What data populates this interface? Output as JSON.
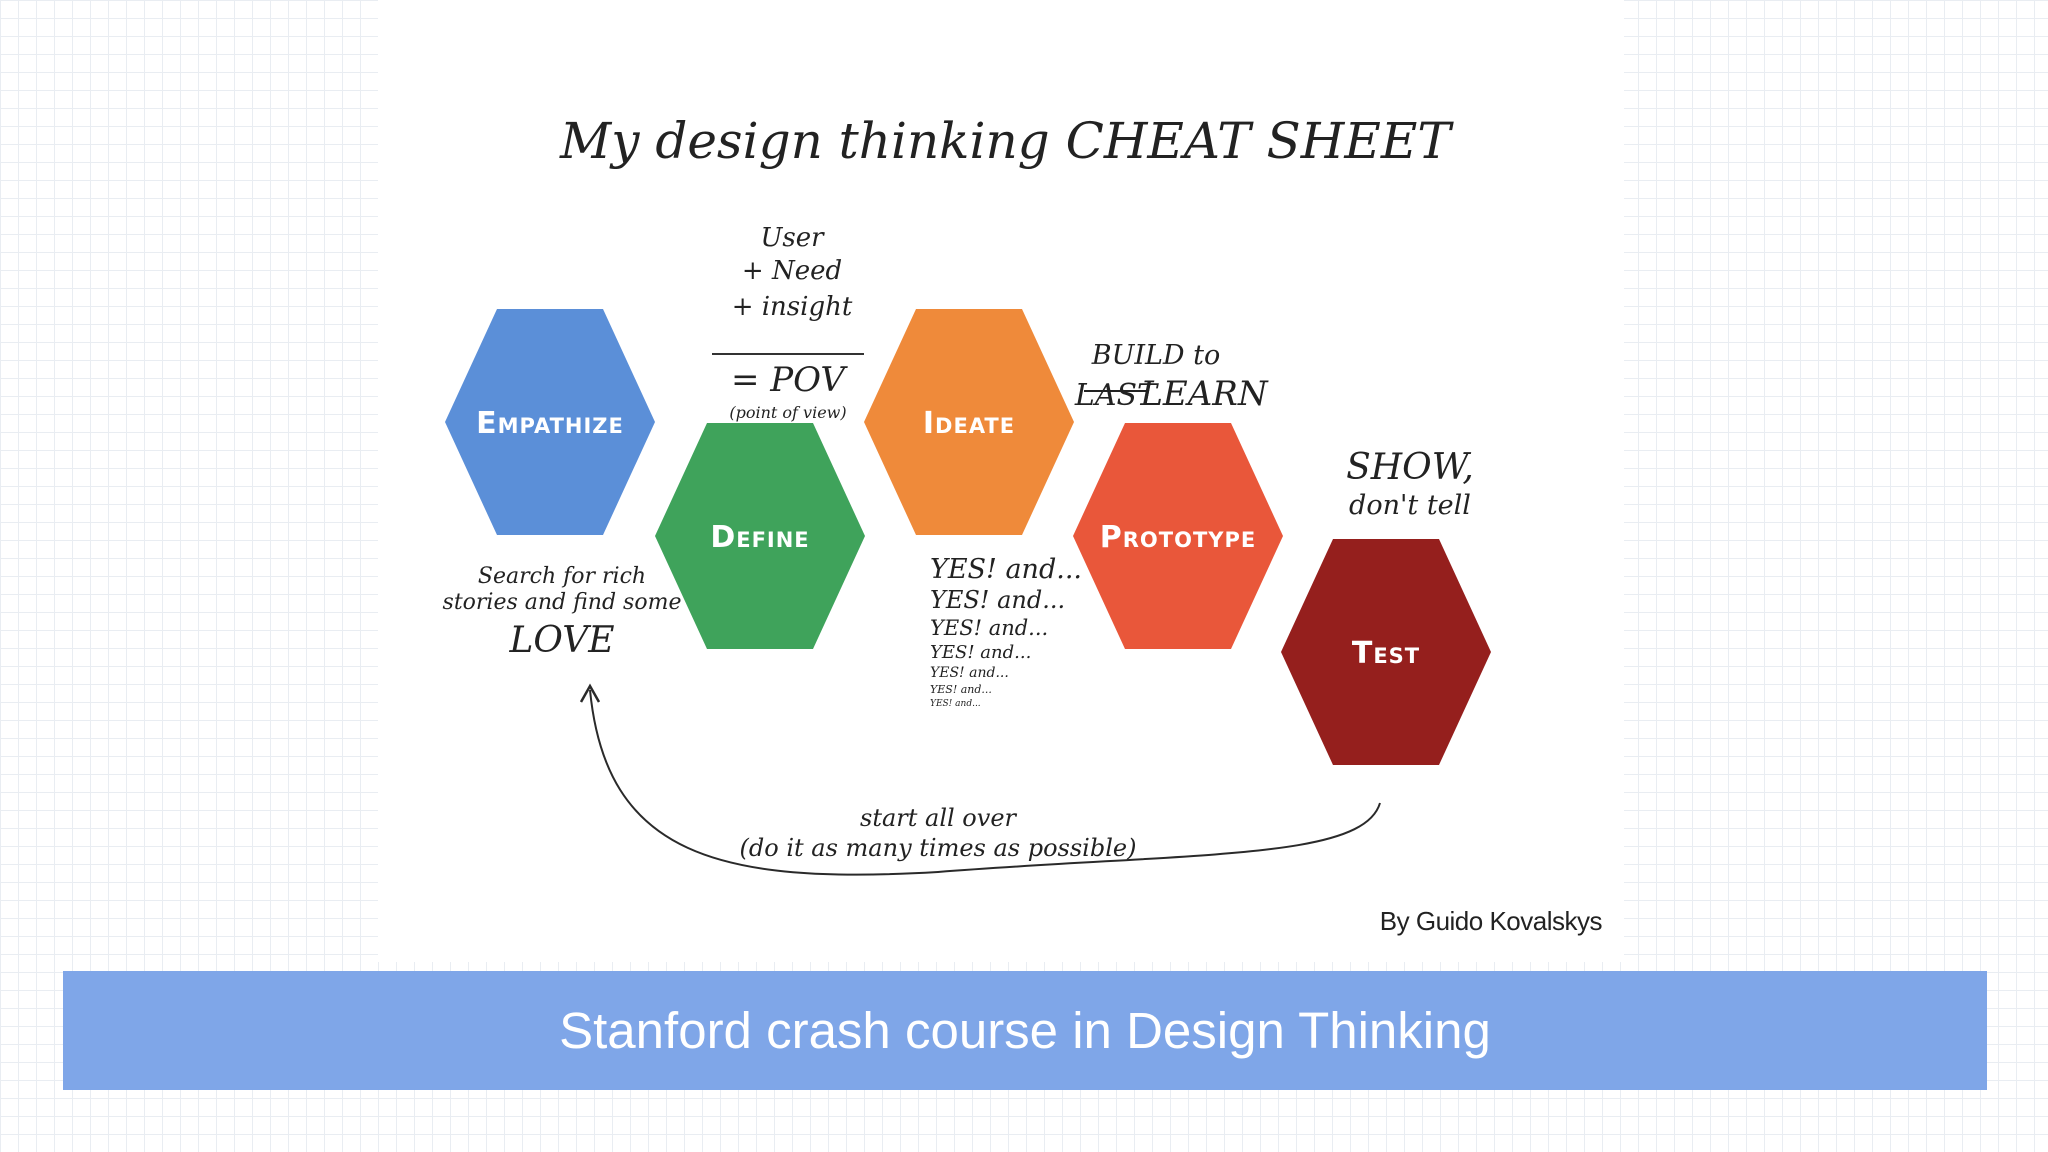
{
  "cheat_sheet": {
    "title": "My design thinking CHEAT SHEET",
    "author": "By Guido Kovalskys",
    "stages": [
      {
        "label": "Empathize",
        "color": "#5b8fd8",
        "icon": "hexagon"
      },
      {
        "label": "Define",
        "color": "#3fa35b",
        "icon": "hexagon"
      },
      {
        "label": "Ideate",
        "color": "#ef8a3a",
        "icon": "hexagon"
      },
      {
        "label": "Prototype",
        "color": "#e9573a",
        "icon": "hexagon"
      },
      {
        "label": "Test",
        "color": "#951f1d",
        "icon": "hexagon"
      }
    ],
    "notes": {
      "pov_user": "User",
      "pov_need": "+ Need",
      "pov_insight": "+ insight",
      "pov_result": "= POV",
      "pov_caption": "(point of view)",
      "empathize_line1": "Search for rich",
      "empathize_line2": "stories and find some",
      "empathize_love": "LOVE",
      "ideate_yes": [
        "YES! and...",
        "YES! and...",
        "YES! and...",
        "YES! and...",
        "YES! and...",
        "YES! and...",
        "YES! and..."
      ],
      "build_line1": "BUILD to",
      "build_struck": "LAST",
      "build_line2": "LEARN",
      "show_line1": "SHOW,",
      "show_line2": "don't tell",
      "loop_line1": "start all over",
      "loop_line2": "(do it as many times as possible)"
    }
  },
  "banner": {
    "title": "Stanford crash course in Design Thinking",
    "color": "#7fa6e8"
  }
}
